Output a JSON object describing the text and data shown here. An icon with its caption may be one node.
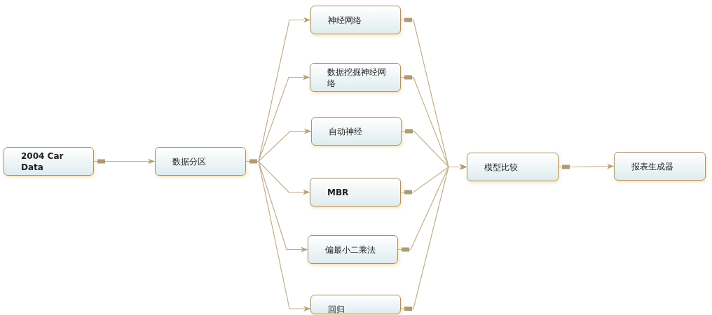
{
  "diagram": {
    "nodes": [
      {
        "text": [
          "2004 Car Data"
        ]
      },
      {
        "text": [
          "数据分区"
        ]
      },
      {
        "text": [
          "神经网络"
        ]
      },
      {
        "text": [
          "数据挖掘神经网络"
        ]
      },
      {
        "text": [
          "自动神经"
        ]
      },
      {
        "text": [
          "MBR"
        ]
      },
      {
        "text": [
          "偏最小二乘法"
        ]
      },
      {
        "text": [
          "回归"
        ]
      },
      {
        "text": [
          "模型比较"
        ]
      },
      {
        "text": [
          "报表生成器"
        ]
      }
    ],
    "edges": [
      {
        "from": 0,
        "to": 1,
        "arrow": "to"
      },
      {
        "from": 1,
        "to": 2,
        "arrow": "to"
      },
      {
        "from": 1,
        "to": 3,
        "arrow": "to"
      },
      {
        "from": 1,
        "to": 4,
        "arrow": "to"
      },
      {
        "from": 1,
        "to": 5,
        "arrow": "to"
      },
      {
        "from": 1,
        "to": 6,
        "arrow": "to"
      },
      {
        "from": 1,
        "to": 7,
        "arrow": "to"
      },
      {
        "from": 2,
        "to": 8,
        "arrow": "to"
      },
      {
        "from": 3,
        "to": 8,
        "arrow": "to"
      },
      {
        "from": 4,
        "to": 8,
        "arrow": "to"
      },
      {
        "from": 5,
        "to": 8,
        "arrow": "to"
      },
      {
        "from": 6,
        "to": 8,
        "arrow": "to"
      },
      {
        "from": 7,
        "to": 8,
        "arrow": "to"
      },
      {
        "from": 8,
        "to": 9,
        "arrow": "to"
      }
    ]
  }
}
